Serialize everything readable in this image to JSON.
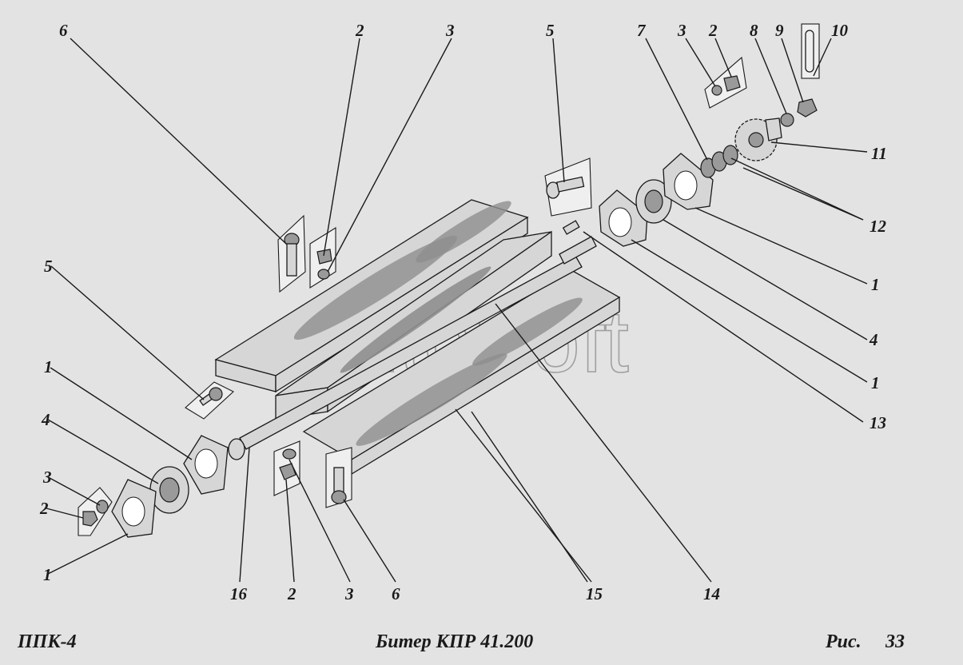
{
  "colors": {
    "background": "#e3e3e3",
    "ink": "#1a1a1a",
    "part_fill": "#d6d6d6",
    "shading": "#8f8f8f"
  },
  "watermark": "AutoSoft",
  "footer": {
    "left": "ППК-4",
    "center": "Битер КПР 41.200",
    "fig_prefix": "Рис.",
    "fig_number": "33"
  },
  "callouts": [
    {
      "id": "c1",
      "text": "6"
    },
    {
      "id": "c2",
      "text": "2"
    },
    {
      "id": "c3",
      "text": "3"
    },
    {
      "id": "c4",
      "text": "5"
    },
    {
      "id": "c5",
      "text": "7"
    },
    {
      "id": "c6",
      "text": "3"
    },
    {
      "id": "c7",
      "text": "2"
    },
    {
      "id": "c8",
      "text": "8"
    },
    {
      "id": "c9",
      "text": "9"
    },
    {
      "id": "c10",
      "text": "10"
    },
    {
      "id": "c11",
      "text": "11"
    },
    {
      "id": "c12",
      "text": "12"
    },
    {
      "id": "c13",
      "text": "1"
    },
    {
      "id": "c14",
      "text": "4"
    },
    {
      "id": "c15",
      "text": "1"
    },
    {
      "id": "c16",
      "text": "13"
    },
    {
      "id": "c17",
      "text": "5"
    },
    {
      "id": "c18",
      "text": "1"
    },
    {
      "id": "c19",
      "text": "4"
    },
    {
      "id": "c20",
      "text": "3"
    },
    {
      "id": "c21",
      "text": "2"
    },
    {
      "id": "c22",
      "text": "1"
    },
    {
      "id": "c23",
      "text": "16"
    },
    {
      "id": "c24",
      "text": "2"
    },
    {
      "id": "c25",
      "text": "3"
    },
    {
      "id": "c26",
      "text": "6"
    },
    {
      "id": "c27",
      "text": "15"
    },
    {
      "id": "c28",
      "text": "14"
    }
  ]
}
